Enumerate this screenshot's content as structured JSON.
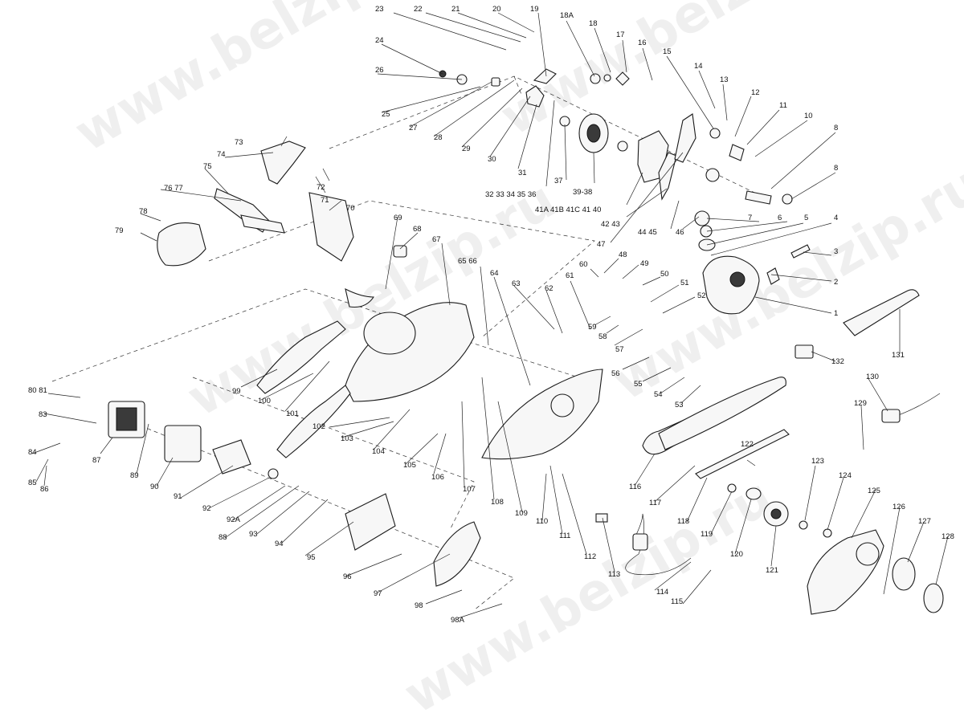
{
  "watermark": "www.belzip.ru",
  "labels": {
    "l1": "1",
    "l2": "2",
    "l3": "3",
    "l4": "4",
    "l5": "5",
    "l6": "6",
    "l7": "7",
    "l8": "8",
    "l8b": "8",
    "l10": "10",
    "l11": "11",
    "l12": "12",
    "l13": "13",
    "l14": "14",
    "l15": "15",
    "l16": "16",
    "l17": "17",
    "l18": "18",
    "l18A": "18A",
    "l19": "19",
    "l20": "20",
    "l21": "21",
    "l22": "22",
    "l23": "23",
    "l24": "24",
    "l25": "25",
    "l26": "26",
    "l27": "27",
    "l28": "28",
    "l29": "29",
    "l30": "30",
    "l31": "31",
    "l32_36": "32 33 34 35 36",
    "l37": "37",
    "l39_38": "39-38",
    "l41_40": "41A 41B 41C 41 40",
    "l42_43": "42 43",
    "l44_45": "44 45",
    "l46": "46",
    "l47": "47",
    "l48": "48",
    "l49": "49",
    "l50": "50",
    "l51": "51",
    "l52": "52",
    "l53": "53",
    "l54": "54",
    "l55": "55",
    "l56": "56",
    "l57": "57",
    "l58": "58",
    "l59": "59",
    "l60": "60",
    "l61": "61",
    "l62": "62",
    "l63": "63",
    "l64": "64",
    "l65_66": "65 66",
    "l67": "67",
    "l68": "68",
    "l69": "69",
    "l70": "70",
    "l71": "71",
    "l72": "72",
    "l73": "73",
    "l74": "74",
    "l75": "75",
    "l76_77": "76 77",
    "l78": "78",
    "l79": "79",
    "l80_81": "80 81",
    "l83": "83",
    "l84": "84",
    "l85": "85",
    "l86": "86",
    "l87": "87",
    "l88": "88",
    "l89": "89",
    "l90": "90",
    "l91": "91",
    "l92": "92",
    "l92A": "92A",
    "l93": "93",
    "l94": "94",
    "l95": "95",
    "l96": "96",
    "l97": "97",
    "l98": "98",
    "l98A": "98A",
    "l99": "99",
    "l100": "100",
    "l101": "101",
    "l102": "102",
    "l103": "103",
    "l104": "104",
    "l105": "105",
    "l106": "106",
    "l107": "107",
    "l108": "108",
    "l109": "109",
    "l110": "110",
    "l111": "111",
    "l112": "112",
    "l113": "113",
    "l114": "114",
    "l115": "115",
    "l116": "116",
    "l117": "117",
    "l118": "118",
    "l119": "119",
    "l120": "120",
    "l121": "121",
    "l122": "122",
    "l123": "123",
    "l124": "124",
    "l125": "125",
    "l126": "126",
    "l127": "127",
    "l128": "128",
    "l129": "129",
    "l130": "130",
    "l131": "131",
    "l132": "132"
  }
}
